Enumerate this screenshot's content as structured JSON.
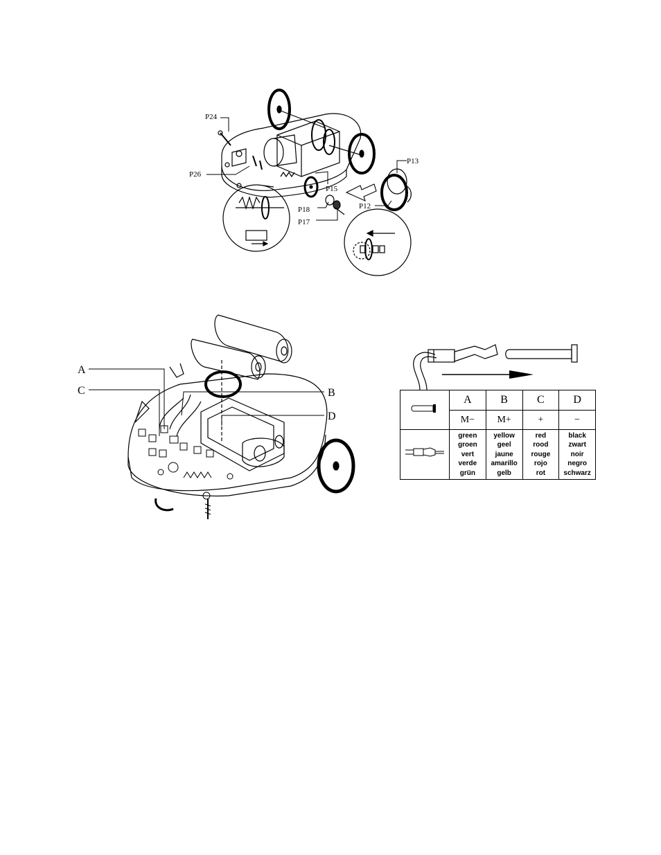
{
  "top_diagram": {
    "labels": {
      "p24": "P24",
      "p26": "P26",
      "p15": "P15",
      "p18": "P18",
      "p17": "P17",
      "p13": "P13",
      "p12": "P12"
    }
  },
  "bottom_diagram": {
    "labels": {
      "a": "A",
      "b": "B",
      "c": "C",
      "d": "D"
    }
  },
  "wire_table": {
    "columns": [
      {
        "letter": "A",
        "sign": "M−",
        "colors": [
          "green",
          "groen",
          "vert",
          "verde",
          "grün"
        ]
      },
      {
        "letter": "B",
        "sign": "M+",
        "colors": [
          "yellow",
          "geel",
          "jaune",
          "amarillo",
          "gelb"
        ]
      },
      {
        "letter": "C",
        "sign": "+",
        "colors": [
          "red",
          "rood",
          "rouge",
          "rojo",
          "rot"
        ]
      },
      {
        "letter": "D",
        "sign": "−",
        "colors": [
          "black",
          "zwart",
          "noir",
          "negro",
          "schwarz"
        ]
      }
    ]
  },
  "icons": [
    "connector-pin-icon",
    "wire-connector-icon",
    "arrow-right-icon"
  ]
}
